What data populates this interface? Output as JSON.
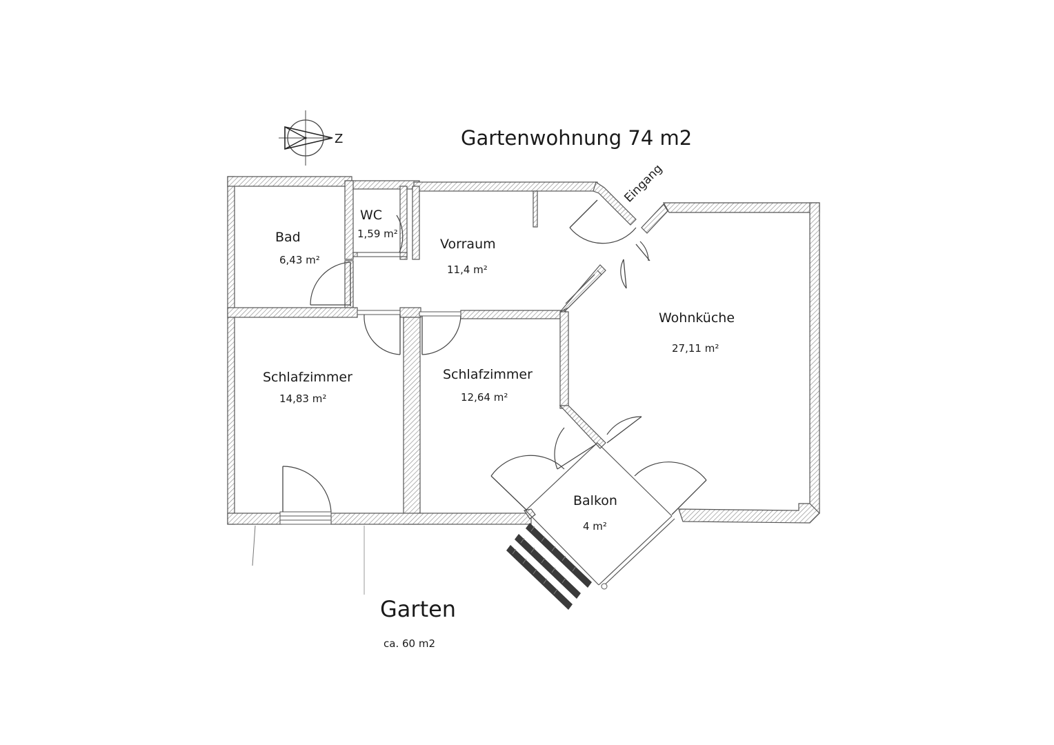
{
  "title": "Gartenwohnung 74 m2",
  "compass_label": "Z",
  "entrance_label": "Eingang",
  "rooms": {
    "bad": {
      "name": "Bad",
      "area": "6,43 m²"
    },
    "wc": {
      "name": "WC",
      "area": "1,59 m²"
    },
    "vorraum": {
      "name": "Vorraum",
      "area": "11,4 m²"
    },
    "wohnkueche": {
      "name": "Wohnküche",
      "area": "27,11 m²"
    },
    "schlafzimmer1": {
      "name": "Schlafzimmer",
      "area": "14,83 m²"
    },
    "schlafzimmer2": {
      "name": "Schlafzimmer",
      "area": "12,64 m²"
    },
    "balkon": {
      "name": "Balkon",
      "area": "4 m²"
    }
  },
  "garden": {
    "name": "Garten",
    "area": "ca. 60 m2"
  }
}
